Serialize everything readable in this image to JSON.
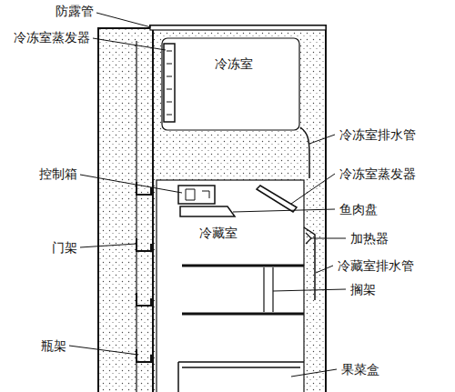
{
  "diagram": {
    "nodes": [
      {
        "text": [
          "冷冻室"
        ]
      },
      {
        "text": [
          "冷藏室"
        ]
      }
    ],
    "labels": [
      "防露管",
      "冷冻室蒸发器",
      "控制箱",
      "门架",
      "瓶架",
      "冷冻室排水管",
      "冷冻室蒸发器",
      "鱼肉盘",
      "加热器",
      "冷藏室排水管",
      "搁架",
      "果菜盒"
    ]
  }
}
